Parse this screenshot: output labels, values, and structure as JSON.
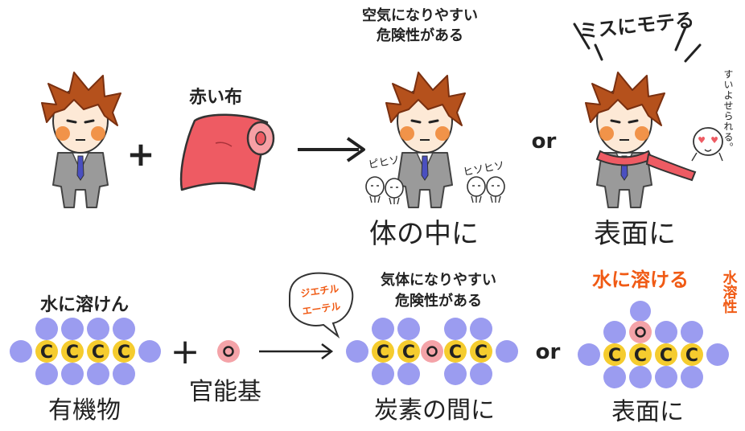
{
  "top_row": {
    "cloth_label": "赤い布",
    "plus": "+",
    "middle_caption_line1": "空気になりやすい",
    "middle_caption_line2": "危険性がある",
    "sparkle_text_1": "ピヒソ",
    "sparkle_text_2": "ヒソヒソ",
    "inside_label": "体の中に",
    "or": "or",
    "right_caption": "ミスにモテる",
    "side_comment": "すいよせられる。",
    "surface_label": "表面に"
  },
  "bottom_row": {
    "left_caption": "水に溶けん",
    "carbon_letter": "C",
    "compound_label": "有機物",
    "plus": "+",
    "group_label": "官能基",
    "ether_bubble_line1": "ジエチル",
    "ether_bubble_line2": "エーテル",
    "middle_caption_line1": "気体になりやすい",
    "middle_caption_line2": "危険性がある",
    "inside_label": "炭素の間に",
    "or": "or",
    "right_caption": "水に溶ける",
    "side_caption": "水溶性",
    "surface_label": "表面に"
  },
  "colors": {
    "hair": "#b5511c",
    "hair_dark": "#7a3010",
    "skin": "#fde9d6",
    "cheek": "#f08a3a",
    "suit": "#9a9a9a",
    "suit_dark": "#5a5a5a",
    "tie": "#4a4fc0",
    "cloth": "#ee5b63",
    "cloth_light": "#f7a0a5",
    "atom_blue": "#9b9cf0",
    "atom_yellow": "#f5cc2e",
    "atom_pink": "#f4a3a8",
    "orange_text": "#f05a14"
  }
}
